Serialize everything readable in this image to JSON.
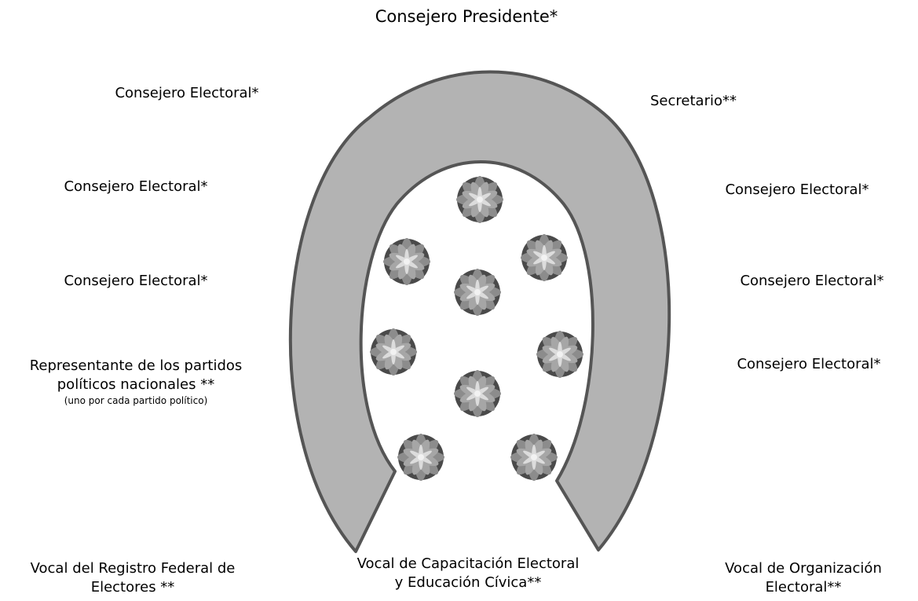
{
  "labels": {
    "top": "Consejero Presidente*",
    "left_1": "Consejero Electoral*",
    "left_2": "Consejero Electoral*",
    "left_3": "Consejero Electoral*",
    "left_4_line1": "Representante de los partidos",
    "left_4_line2": "políticos nacionales **",
    "left_4_note": "(uno por cada partido político)",
    "right_1": "Secretario**",
    "right_2": "Consejero Electoral*",
    "right_3": "Consejero Electoral*",
    "right_4": "Consejero Electoral*",
    "bottom_left_line1": "Vocal del Registro Federal de",
    "bottom_left_line2": "Electores **",
    "bottom_center_line1": "Vocal de Capacitación Electoral",
    "bottom_center_line2": "y Educación Cívica**",
    "bottom_right_line1": "Vocal de Organización",
    "bottom_right_line2": "Electoral**"
  },
  "colors": {
    "table_fill": "#b3b3b3",
    "table_stroke": "#555555",
    "plant_dark": "#4a4a4a",
    "plant_mid": "#8c8c8c",
    "plant_light": "#dcdcdc"
  },
  "icons": {
    "plant": "potted-plant-icon"
  }
}
